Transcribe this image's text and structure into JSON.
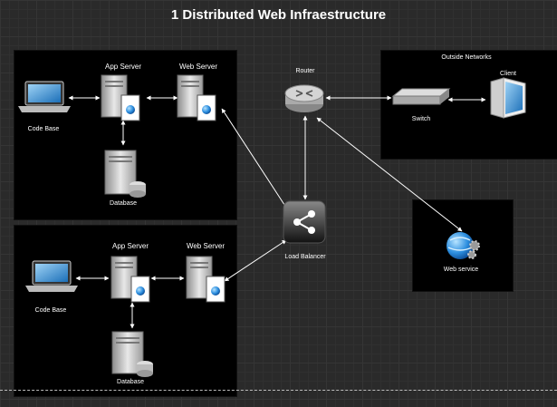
{
  "title": "1 Distributed Web Infraestructure",
  "cluster_top": {
    "app_server": "App Server",
    "web_server": "Web Server",
    "code_base": "Code Base",
    "database": "Database"
  },
  "cluster_bottom": {
    "app_server": "App Server",
    "web_server": "Web Server",
    "code_base": "Code Base",
    "database": "Database"
  },
  "router": "Router",
  "load_balancer": "Load Balancer",
  "outside_networks": {
    "title": "Outside Networks",
    "switch": "Switch",
    "client": "Client"
  },
  "web_service": "Web service",
  "icons": [
    "laptop-icon",
    "server-icon",
    "database-icon",
    "router-icon",
    "load-balancer-icon",
    "switch-icon",
    "monitor-icon",
    "web-service-icon"
  ],
  "colors": {
    "background": "#2a2a2a",
    "panel": "#000000",
    "text": "#ffffff",
    "connector": "#ffffff"
  }
}
